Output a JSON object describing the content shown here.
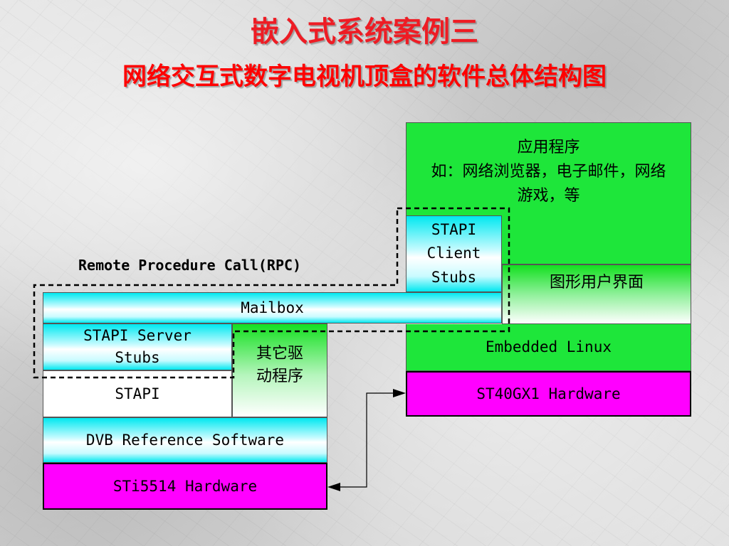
{
  "title": "嵌入式系统案例三",
  "subtitle": "网络交互式数字电视机顶盒的软件总体结构图",
  "right_stack": {
    "applications": "应用程序\n如：网络浏览器，电子邮件，网络游戏，等",
    "stapi_client_stubs": "STAPI\nClient\nStubs",
    "gui": "图形用户界面",
    "embedded_linux": "Embedded Linux",
    "st40_hardware": "ST40GX1 Hardware"
  },
  "left_stack": {
    "mailbox": "Mailbox",
    "stapi_server_stubs": "STAPI Server\nStubs",
    "other_drivers": "其它驱\n动程序",
    "stapi": "STAPI",
    "dvb_software": "DVB Reference Software",
    "sti5514_hardware": "STi5514 Hardware"
  },
  "rpc_label": "Remote Procedure Call(RPC)",
  "colors": {
    "title": "#ee1c24",
    "cyan": "#00e8f0",
    "green": "#1ee63a",
    "magenta": "#ff00ff"
  }
}
